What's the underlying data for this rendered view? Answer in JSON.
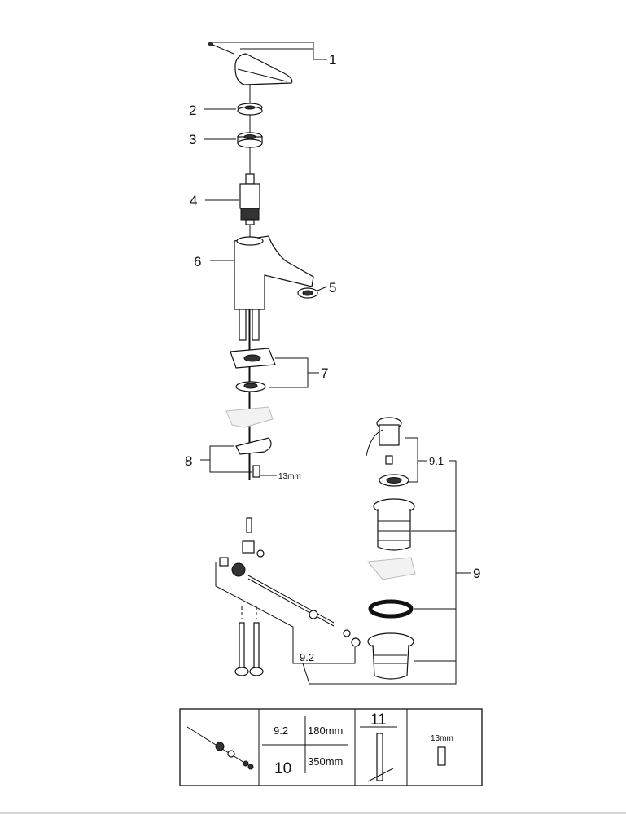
{
  "callouts": {
    "c1": "1",
    "c2": "2",
    "c3": "3",
    "c4": "4",
    "c5": "5",
    "c6": "6",
    "c7": "7",
    "c8": "8",
    "c8_size": "13mm",
    "c9": "9",
    "c9_1": "9.1",
    "c9_2": "9.2"
  },
  "table": {
    "row1_part": "9.2",
    "row1_length": "180mm",
    "row2_part": "10",
    "row2_length": "350mm",
    "tool_part": "11",
    "wrench_size": "13mm"
  },
  "colors": {
    "line": "#111111",
    "ghost": "#bbbbbb"
  }
}
